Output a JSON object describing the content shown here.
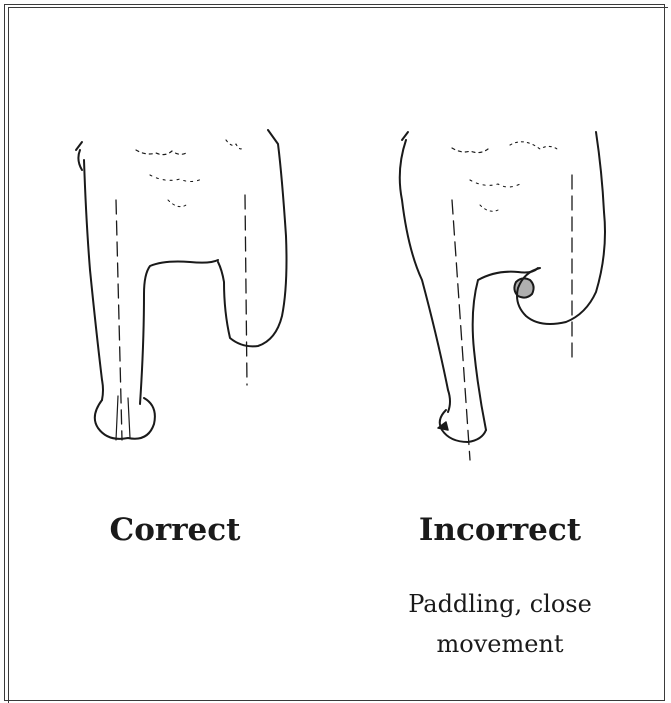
{
  "panels": [
    {
      "title": "Correct",
      "caption": ""
    },
    {
      "title": "Incorrect",
      "caption": "Paddling, close movement"
    }
  ],
  "colors": {
    "border": "#3a3a3a",
    "ink": "#1a1a1a",
    "background": "#ffffff"
  }
}
